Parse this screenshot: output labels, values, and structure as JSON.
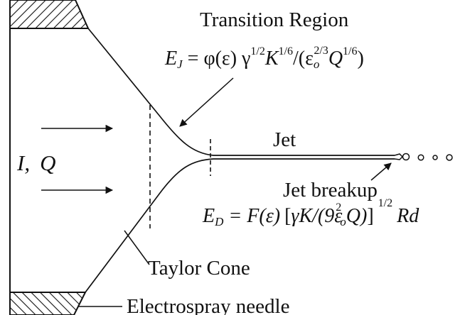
{
  "labels": {
    "transition_region": "Transition Region",
    "jet": "Jet",
    "jet_breakup": "Jet breakup",
    "taylor_cone": "Taylor Cone",
    "electrospray_needle": "Electrospray needle"
  },
  "variables": {
    "current": "I,",
    "flow": "Q"
  },
  "equation_jet": {
    "lhs": "E",
    "lhs_sub": "J",
    "eq": " = φ(ε) γ",
    "exp1": "1/2",
    "K": "K",
    "exp2": "1/6",
    "open": "/(ε",
    "sub_o": "o",
    "exp3": "2/3",
    "Q": "Q",
    "exp4": "1/6",
    "close": ")"
  },
  "equation_drop": {
    "lhs": "E",
    "lhs_sub": "D",
    "eq": " = F(ε)",
    "bracket_open": "[",
    "gamma": "γK/(9ε",
    "exp2": "2",
    "sub_o": "o",
    "Q": "Q)",
    "bracket_close": "]",
    "exp_half": "1/2",
    "rd": "Rd"
  }
}
